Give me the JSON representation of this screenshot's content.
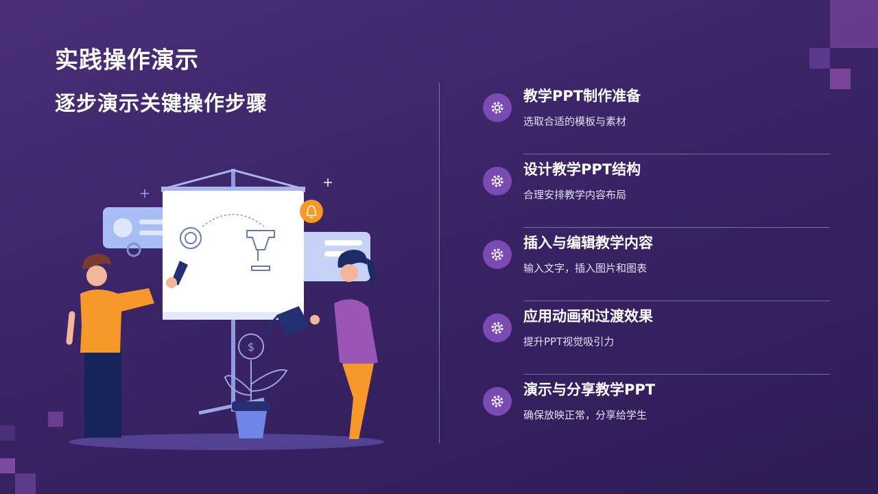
{
  "page": {
    "title": "实践操作演示",
    "subtitle": "逐步演示关键操作步骤"
  },
  "steps": [
    {
      "title": "教学PPT制作准备",
      "desc": "选取合适的模板与素材",
      "icon": "gear-icon"
    },
    {
      "title": "设计教学PPT结构",
      "desc": "合理安排教学内容布局",
      "icon": "gear-icon"
    },
    {
      "title": "插入与编辑教学内容",
      "desc": "输入文字，插入图片和图表",
      "icon": "gear-icon"
    },
    {
      "title": "应用动画和过渡效果",
      "desc": "提升PPT视觉吸引力",
      "icon": "gear-icon"
    },
    {
      "title": "演示与分享教学PPT",
      "desc": "确保放映正常，分享给学生",
      "icon": "gear-icon"
    }
  ],
  "illustration": {
    "dollar_sign": "$"
  },
  "colors": {
    "background": "#3a2466",
    "accent": "#7a4bb3",
    "board": "#ffffff",
    "person_shirt_orange": "#f7992a",
    "person_shirt_purple": "#9b55b7"
  }
}
